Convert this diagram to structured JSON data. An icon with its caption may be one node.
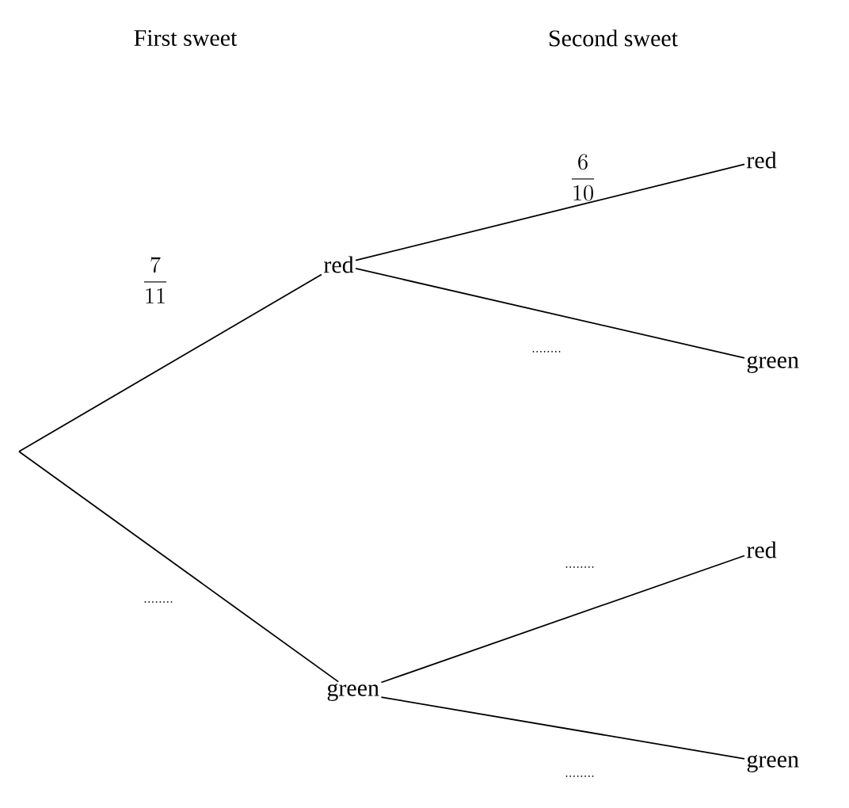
{
  "diagram": {
    "nodes": [
      {
        "text": [
          "red"
        ]
      },
      {
        "text": [
          "green"
        ]
      },
      {
        "text": [
          "red"
        ]
      },
      {
        "text": [
          "green"
        ]
      },
      {
        "text": [
          "red"
        ]
      },
      {
        "text": [
          "green"
        ]
      }
    ],
    "edges": [
      {
        "from": null,
        "to": 0,
        "arrow": "none",
        "label": "\\frac{7}{11}"
      },
      {
        "from": null,
        "to": 1,
        "arrow": "none",
        "label": "........"
      },
      {
        "from": 0,
        "to": 2,
        "arrow": "none",
        "label": "\\frac{6}{10}"
      },
      {
        "from": 0,
        "to": 3,
        "arrow": "none",
        "label": "........"
      },
      {
        "from": 1,
        "to": 4,
        "arrow": "none",
        "label": "........"
      },
      {
        "from": 1,
        "to": 5,
        "arrow": "none",
        "label": "........"
      }
    ],
    "labels": [
      "First sweet",
      "Second sweet"
    ]
  }
}
